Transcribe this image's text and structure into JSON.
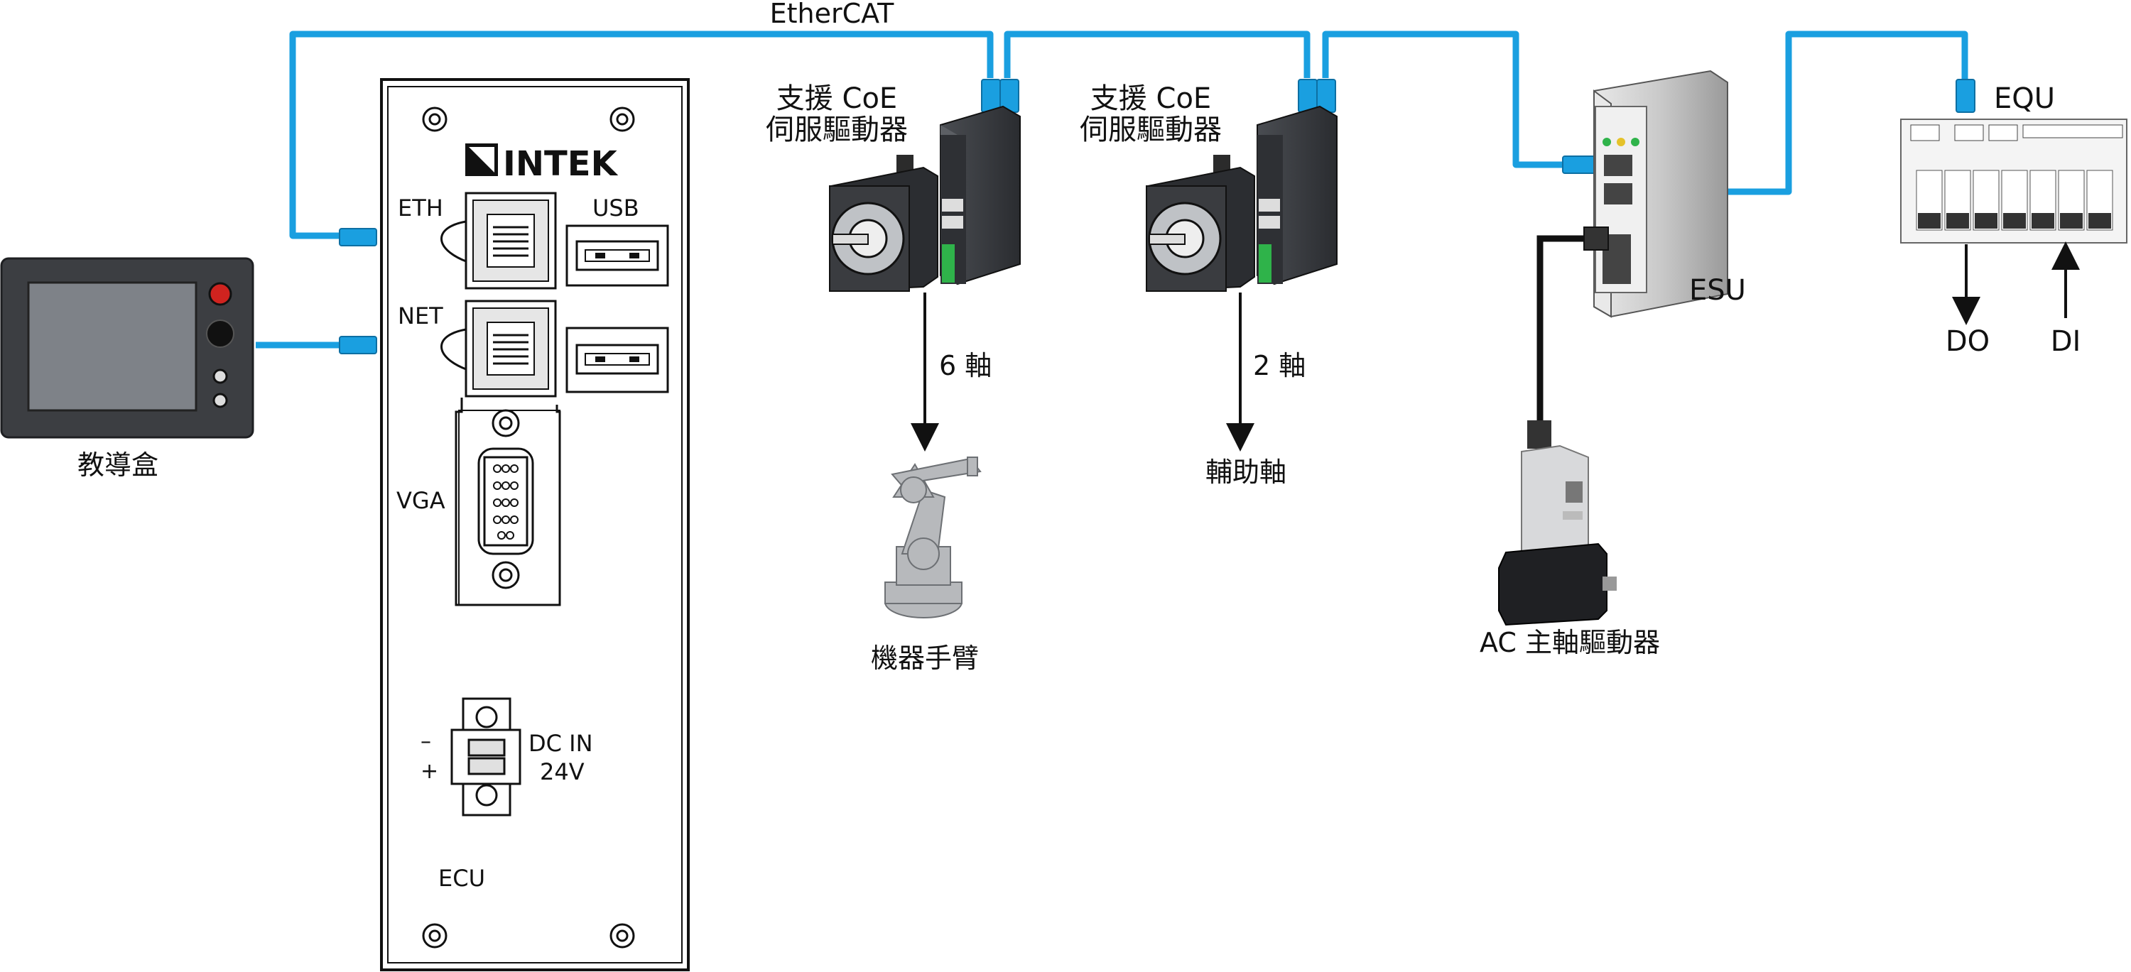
{
  "network": {
    "bus_label": "EtherCAT",
    "cable_color": "#1a9fe0"
  },
  "teach_pendant": {
    "label": "教導盒"
  },
  "ecu": {
    "brand": "INTEK",
    "eth_label": "ETH",
    "usb_label": "USB",
    "net_label": "NET",
    "vga_label": "VGA",
    "minus_label": "–",
    "plus_label": "+",
    "dc_in_label": "DC IN",
    "dc_voltage_label": "24V",
    "name": "ECU"
  },
  "servo_1": {
    "title_line1": "支援 CoE",
    "title_line2": "伺服驅動器",
    "axis_label": "6 軸",
    "target_label": "機器手臂"
  },
  "servo_2": {
    "title_line1": "支援 CoE",
    "title_line2": "伺服驅動器",
    "axis_label": "2 軸",
    "target_label": "輔助軸"
  },
  "esu": {
    "name": "ESU",
    "spindle_label": "AC 主軸驅動器"
  },
  "equ": {
    "name": "EQU",
    "do_label": "DO",
    "di_label": "DI"
  }
}
